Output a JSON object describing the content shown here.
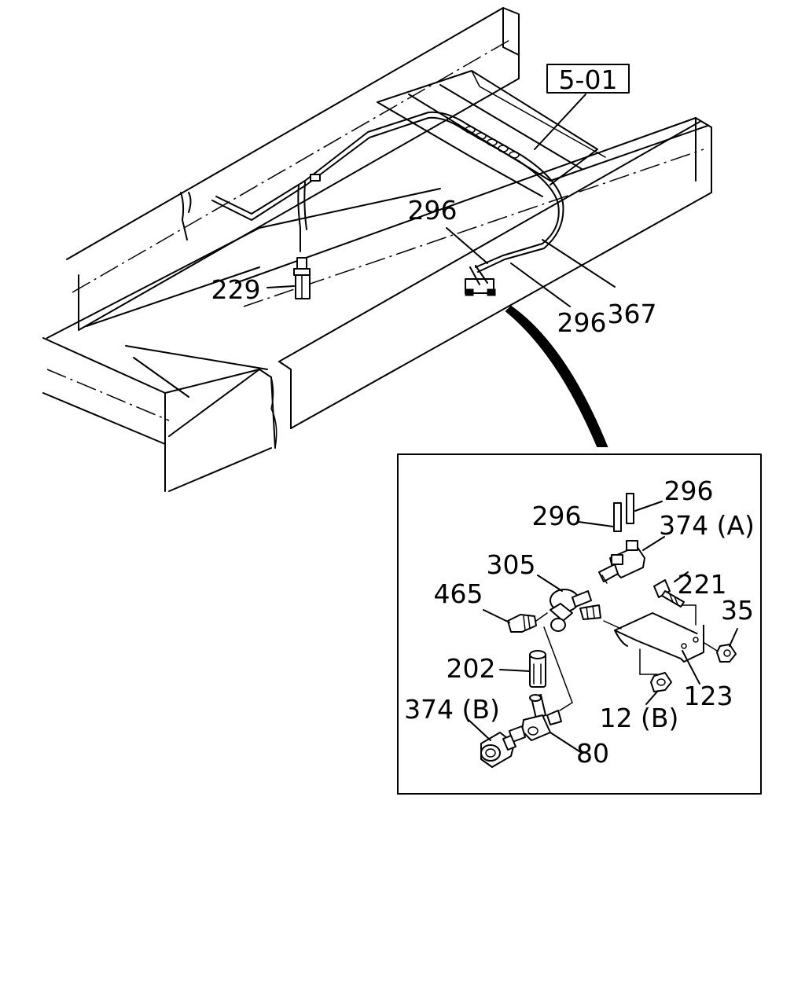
{
  "reference_box": "5-01",
  "callouts": {
    "main": [
      {
        "id": "c296-top",
        "text": "296"
      },
      {
        "id": "c229",
        "text": "229"
      },
      {
        "id": "c367",
        "text": "367"
      },
      {
        "id": "c296-bottom",
        "text": "296"
      }
    ],
    "detail": [
      {
        "id": "d296-right",
        "text": "296"
      },
      {
        "id": "d296-left",
        "text": "296"
      },
      {
        "id": "d374a",
        "text": "374 (A)"
      },
      {
        "id": "d305",
        "text": "305"
      },
      {
        "id": "d221",
        "text": "221"
      },
      {
        "id": "d465",
        "text": "465"
      },
      {
        "id": "d35",
        "text": "35"
      },
      {
        "id": "d202",
        "text": "202"
      },
      {
        "id": "d123",
        "text": "123"
      },
      {
        "id": "d374b",
        "text": "374 (B)"
      },
      {
        "id": "d12b",
        "text": "12 (B)"
      },
      {
        "id": "d80",
        "text": "80"
      }
    ]
  }
}
